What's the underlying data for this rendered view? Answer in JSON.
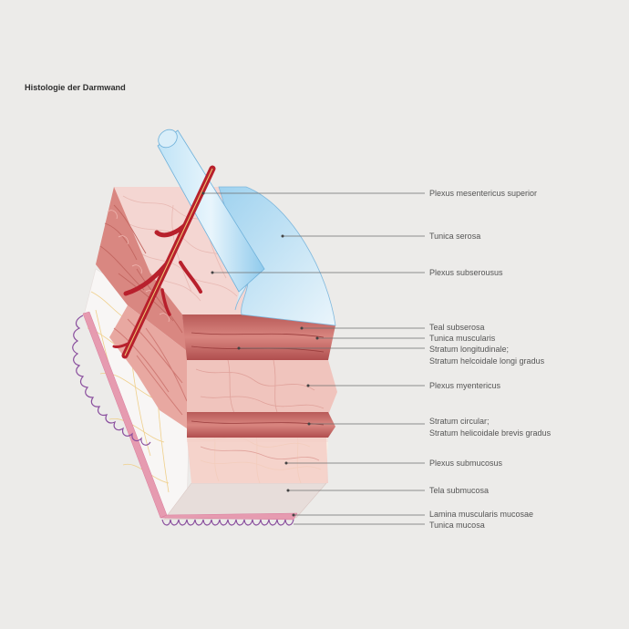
{
  "title": "Histologie der Darmwand",
  "labels": [
    {
      "id": "plexus-mesentericus-superior",
      "lines": [
        "Plexus mesentericus superior"
      ]
    },
    {
      "id": "tunica-serosa",
      "lines": [
        "Tunica serosa"
      ]
    },
    {
      "id": "plexus-subserousus",
      "lines": [
        "Plexus subserousus"
      ]
    },
    {
      "id": "teal-subserosa",
      "lines": [
        "Teal subserosa"
      ]
    },
    {
      "id": "tunica-muscularis",
      "lines": [
        "Tunica muscularis"
      ]
    },
    {
      "id": "stratum-longitudinale",
      "lines": [
        "Stratum longitudinale;",
        "Stratum helcoidale longi gradus"
      ]
    },
    {
      "id": "plexus-myentericus",
      "lines": [
        "Plexus myentericus"
      ]
    },
    {
      "id": "stratum-circular",
      "lines": [
        "Stratum circular;",
        "Stratum helicoidale brevis gradus"
      ]
    },
    {
      "id": "plexus-submucosus",
      "lines": [
        "Plexus submucosus"
      ]
    },
    {
      "id": "tela-submucosa",
      "lines": [
        "Tela submucosa"
      ]
    },
    {
      "id": "lamina-muscularis-mucosae",
      "lines": [
        "Lamina muscularis mucosae"
      ]
    },
    {
      "id": "tunica-mucosa",
      "lines": [
        "Tunica mucosa"
      ]
    }
  ],
  "colors": {
    "background": "#ecebe9",
    "muscle_light": "#f1cfcb",
    "muscle_mid": "#e5aaa4",
    "muscle_dark": "#c9716c",
    "vessel": "#b8202c",
    "nerve": "#e9c66a",
    "serosa": "#bfe0f2",
    "mucosa_outline": "#8a4f9e",
    "mucosa_pink": "#e69bb0"
  }
}
